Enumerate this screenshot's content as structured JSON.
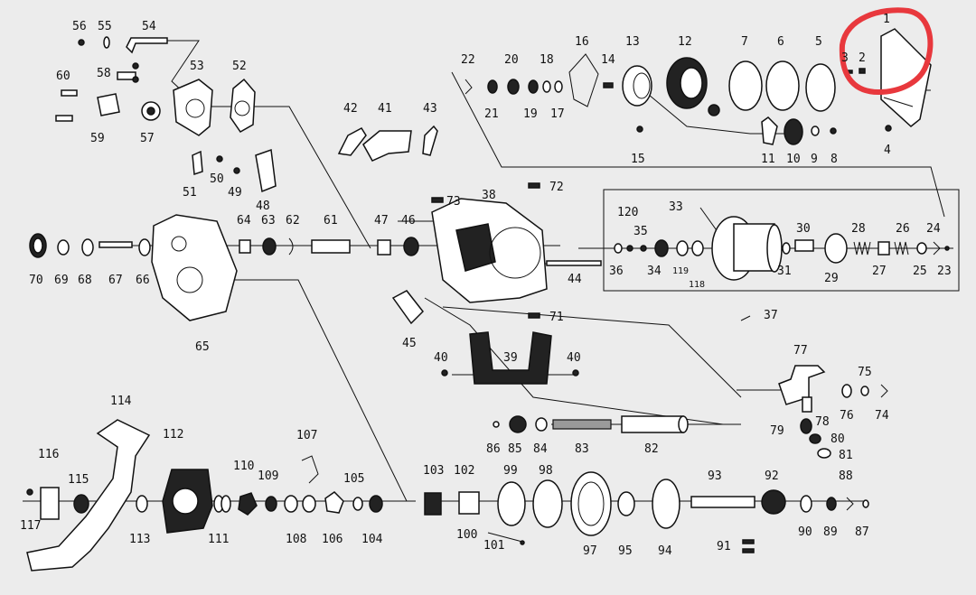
{
  "highlight_color": "#e8383d",
  "labels": {
    "p1": "1",
    "p2": "2",
    "p3": "3",
    "p4": "4",
    "p5": "5",
    "p6": "6",
    "p7": "7",
    "p8": "8",
    "p9": "9",
    "p10": "10",
    "p11": "11",
    "p12": "12",
    "p13": "13",
    "p14": "14",
    "p15": "15",
    "p16": "16",
    "p17": "17",
    "p18": "18",
    "p19": "19",
    "p20": "20",
    "p21": "21",
    "p22": "22",
    "p23": "23",
    "p24": "24",
    "p25": "25",
    "p26": "26",
    "p27": "27",
    "p28": "28",
    "p29": "29",
    "p30": "30",
    "p31": "31",
    "p33": "33",
    "p34": "34",
    "p35": "35",
    "p36": "36",
    "p37": "37",
    "p38": "38",
    "p39": "39",
    "p40a": "40",
    "p40b": "40",
    "p41": "41",
    "p42": "42",
    "p43": "43",
    "p44": "44",
    "p45": "45",
    "p46": "46",
    "p47": "47",
    "p48": "48",
    "p49": "49",
    "p50": "50",
    "p51": "51",
    "p52": "52",
    "p53": "53",
    "p54": "54",
    "p55": "55",
    "p56": "56",
    "p57": "57",
    "p58": "58",
    "p59": "59",
    "p60": "60",
    "p61": "61",
    "p62": "62",
    "p63": "63",
    "p64": "64",
    "p65": "65",
    "p66": "66",
    "p67": "67",
    "p68": "68",
    "p69": "69",
    "p70": "70",
    "p71": "71",
    "p72": "72",
    "p73": "73",
    "p74": "74",
    "p75": "75",
    "p76": "76",
    "p77": "77",
    "p78": "78",
    "p79": "79",
    "p80": "80",
    "p81": "81",
    "p82": "82",
    "p83": "83",
    "p84": "84",
    "p85": "85",
    "p86": "86",
    "p87": "87",
    "p88": "88",
    "p89": "89",
    "p90": "90",
    "p91": "91",
    "p92": "92",
    "p93": "93",
    "p94": "94",
    "p95": "95",
    "p97": "97",
    "p98": "98",
    "p99": "99",
    "p100": "100",
    "p101": "101",
    "p102": "102",
    "p103": "103",
    "p104": "104",
    "p105": "105",
    "p106": "106",
    "p107": "107",
    "p108": "108",
    "p109": "109",
    "p110": "110",
    "p111": "111",
    "p112": "112",
    "p113": "113",
    "p114": "114",
    "p115": "115",
    "p116": "116",
    "p117": "117",
    "p118": "118",
    "p119": "119",
    "p120": "120"
  }
}
